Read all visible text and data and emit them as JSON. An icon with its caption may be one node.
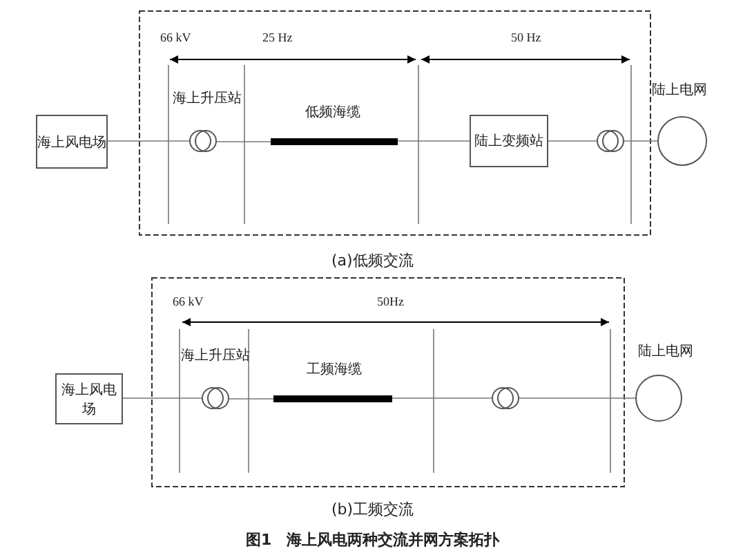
{
  "diagram": {
    "caption": "图1　海上风电两种交流并网方案拓扑",
    "nodes": [
      {
        "text": [
          "海上风电场"
        ]
      },
      {
        "text": [],
        "shape": "circle",
        "beside": [
          "海上升压站"
        ]
      },
      {
        "text": [],
        "shape": "bar",
        "beside": [
          "低频海缆"
        ]
      },
      {
        "text": [
          "陆上变频站"
        ]
      },
      {
        "text": [],
        "shape": "circle"
      },
      {
        "text": [],
        "shape": "circle",
        "beside": [
          "陆上电网"
        ]
      },
      {
        "text": [
          "海上风电场"
        ]
      },
      {
        "text": [],
        "shape": "circle",
        "beside": [
          "海上升压站"
        ]
      },
      {
        "text": [],
        "shape": "bar",
        "beside": [
          "工频海缆"
        ]
      },
      {
        "text": [],
        "shape": "circle"
      },
      {
        "text": [],
        "shape": "circle",
        "beside": [
          "陆上电网"
        ]
      }
    ],
    "edges": [
      {
        "from": 0,
        "to": 1,
        "arrow": "none"
      },
      {
        "from": 1,
        "to": 2,
        "arrow": "none"
      },
      {
        "from": 2,
        "to": 3,
        "arrow": "none"
      },
      {
        "from": 3,
        "to": 4,
        "arrow": "none"
      },
      {
        "from": 4,
        "to": 5,
        "arrow": "none"
      },
      {
        "from": 6,
        "to": 7,
        "arrow": "none"
      },
      {
        "from": 7,
        "to": 8,
        "arrow": "none"
      },
      {
        "from": 8,
        "to": 9,
        "arrow": "none"
      },
      {
        "from": 9,
        "to": 10,
        "arrow": "none"
      }
    ],
    "labels": [
      "66 kV",
      "25 Hz",
      "50 Hz",
      "(a)低频交流",
      "66 kV",
      "50Hz",
      "(b)工频交流"
    ]
  }
}
